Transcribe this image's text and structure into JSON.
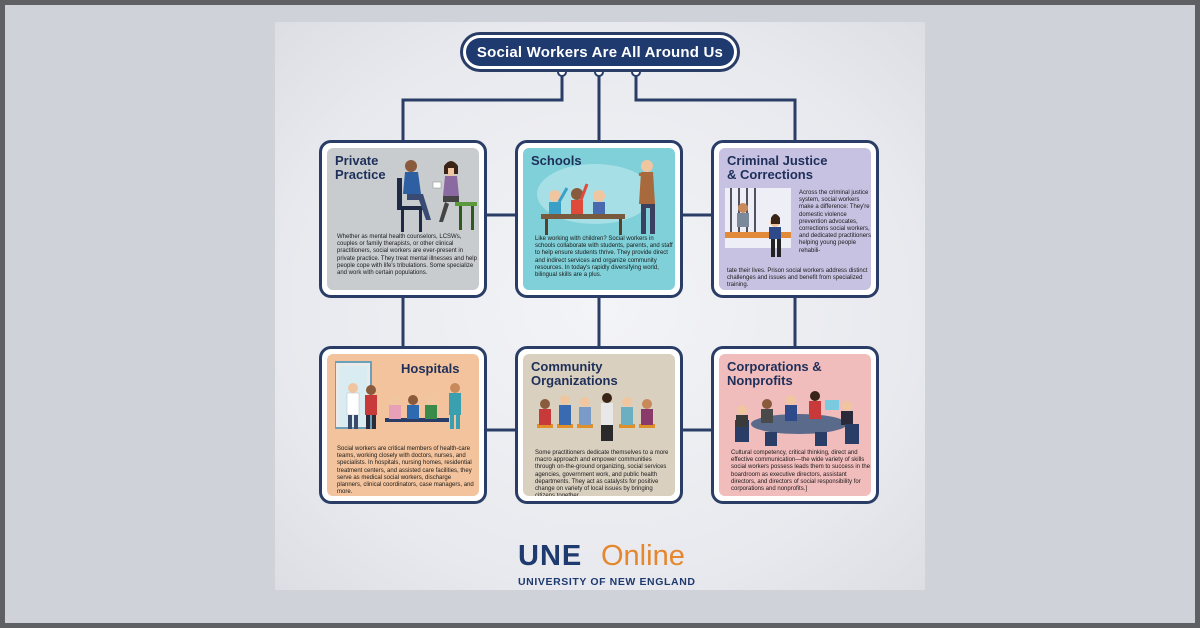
{
  "title": "Social Workers Are All Around Us",
  "cards": [
    {
      "title": "Private\nPractice",
      "text": "Whether as mental health counselors, LCSWs, couples or family therapists, or other clinical practitioners, social workers are ever-present in private practice. They treat mental illnesses and help people cope with life's tribulations. Some specialize and work with certain populations.",
      "color": "#c9cccf"
    },
    {
      "title": "Schools",
      "text": "Like working with children? Social workers in schools collaborate with students, parents, and staff to help ensure students thrive. They provide direct and indirect services and organize community resources. In today's rapidly diversifying world, bilingual skills are a plus.",
      "color": "#7fd0d8"
    },
    {
      "title": "Criminal Justice\n& Corrections",
      "text": "Across the criminal justice system, social workers make a difference: They're domestic violence prevention advocates, corrections social workers, and dedicated practitioners helping young people rehabili-",
      "text2": "tate their lives. Prison social workers address distinct challenges and issues and benefit from specialized training.",
      "color": "#c7c2e2"
    },
    {
      "title": "Hospitals",
      "text": "Social workers are critical members of health-care teams, working closely with doctors, nurses, and specialists. In hospitals, nursing homes, residential treatment centers, and assisted care facilities, they serve as medical social workers, discharge planners, clinical coordinators, case managers, and more.",
      "color": "#f2c39c"
    },
    {
      "title": "Community\nOrganizations",
      "text": "Some practitioners dedicate themselves to a more macro approach and empower communities through on-the-ground organizing, social services agencies, government work, and public health departments. They act as catalysts for positive change on variety of local issues by bringing citizens together.",
      "color": "#d9d0c0"
    },
    {
      "title": "Corporations &\nNonprofits",
      "text": "Cultural competency, critical thinking, direct and effective communication—the wide variety of skills social workers possess leads them to success in the boardroom as executive directors, assistant directors, and directors of social responsibility for corporations and nonprofits.]",
      "color": "#f1bcbc"
    }
  ],
  "logo": {
    "une": "UNE",
    "online": "Online",
    "subtitle": "UNIVERSITY OF NEW ENGLAND"
  },
  "colors": {
    "navy": "#1e3a6e",
    "outline": "#2a3d66",
    "orange": "#e4872e"
  }
}
